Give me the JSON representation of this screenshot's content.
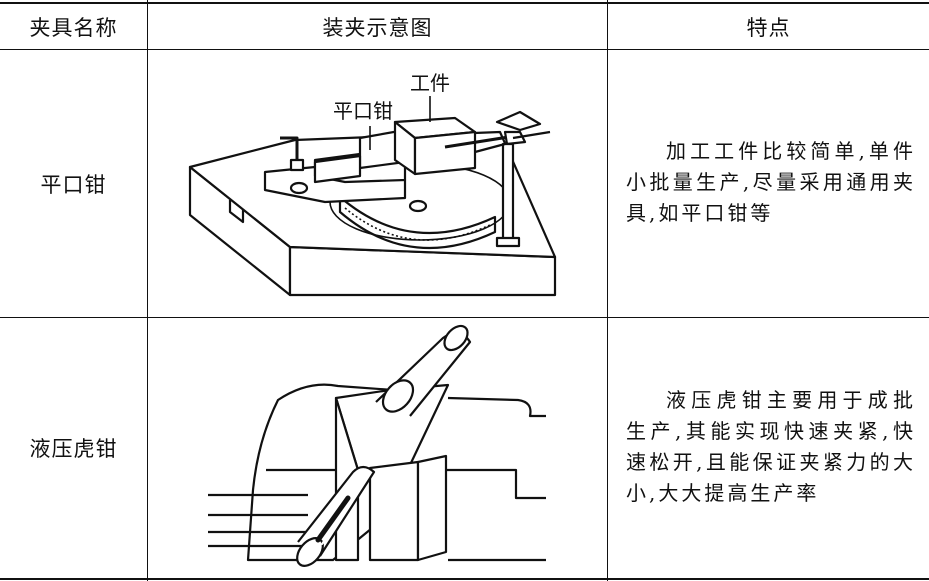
{
  "table": {
    "headers": {
      "name": "夹具名称",
      "diagram": "装夹示意图",
      "features": "特点"
    },
    "rows": [
      {
        "name": "平口钳",
        "diagram_labels": {
          "workpiece": "工件",
          "vise": "平口钳"
        },
        "features": "加工工件比较简单,单件小批量生产,尽量采用通用夹具,如平口钳等"
      },
      {
        "name": "液压虎钳",
        "features": "液压虎钳主要用于成批生产,其能实现快速夹紧,快速松开,且能保证夹紧力的大小,大大提高生产率"
      }
    ]
  }
}
